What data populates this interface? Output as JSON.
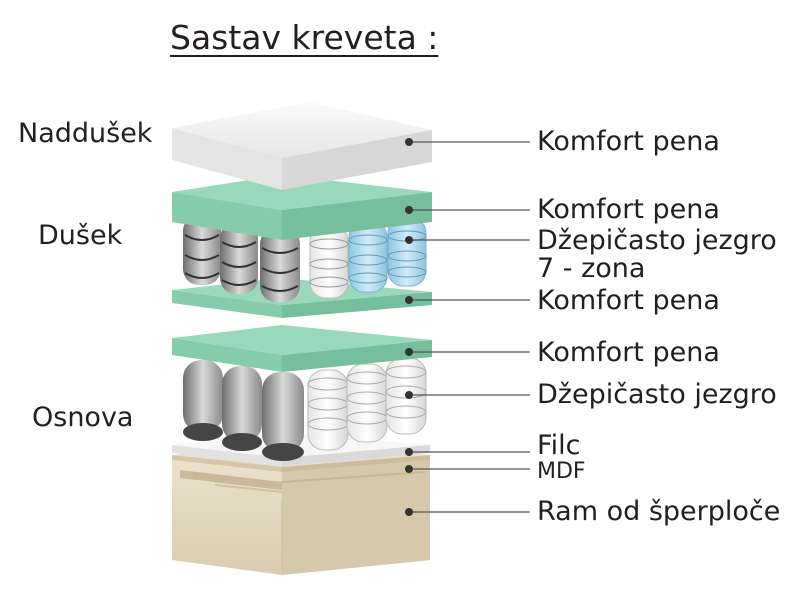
{
  "title": "Sastav kreveta :",
  "sections": {
    "topper": "Naddušek",
    "mattress": "Dušek",
    "base": "Osnova"
  },
  "labels": {
    "topper_foam": "Komfort pena",
    "mattress_top_foam": "Komfort pena",
    "mattress_core_line1": "Džepičasto jezgro",
    "mattress_core_line2": "7 - zona",
    "mattress_bottom_foam": "Komfort pena",
    "base_foam": "Komfort pena",
    "base_core": "Džepičasto jezgro",
    "felt": "Filc",
    "mdf": "MDF",
    "frame": "Ram od šperploče"
  },
  "colors": {
    "text": "#231f20",
    "foam_green": "#8fd3b2",
    "foam_green_dark": "#6fbf9a",
    "topper_white": "#f2f2f2",
    "spring_blue": "#a9d6ec",
    "frame_beige": "#e6dcc6",
    "leader_line": "#555555"
  }
}
